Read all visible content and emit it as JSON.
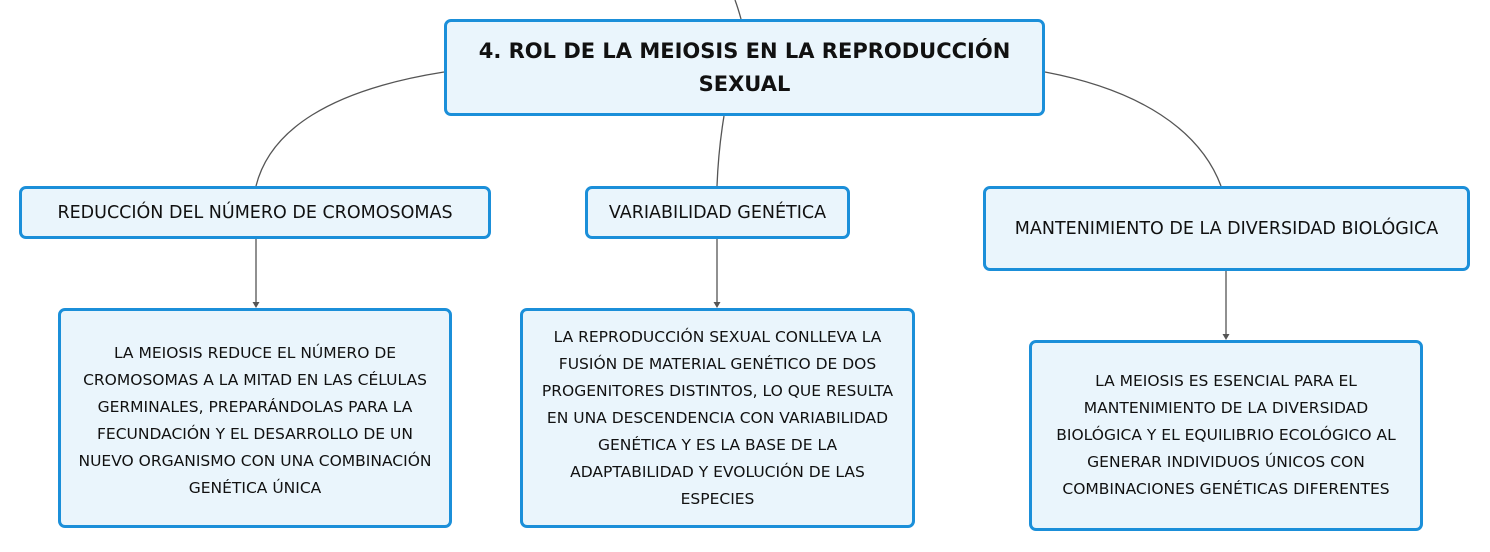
{
  "root": {
    "title": "4. ROL DE LA MEIOSIS EN LA REPRODUCCIÓN SEXUAL"
  },
  "branches": [
    {
      "topic": "REDUCCIÓN DEL NÚMERO DE CROMOSOMAS",
      "detail": "LA MEIOSIS REDUCE EL NÚMERO DE CROMOSOMAS A LA MITAD EN LAS CÉLULAS GERMINALES, PREPARÁNDOLAS PARA LA FECUNDACIÓN Y EL DESARROLLO DE UN NUEVO ORGANISMO CON UNA COMBINACIÓN GENÉTICA ÚNICA"
    },
    {
      "topic": "VARIABILIDAD GENÉTICA",
      "detail": "LA REPRODUCCIÓN SEXUAL CONLLEVA LA FUSIÓN DE MATERIAL GENÉTICO DE DOS PROGENITORES DISTINTOS, LO QUE RESULTA EN UNA DESCENDENCIA CON VARIABILIDAD GENÉTICA Y ES LA BASE DE LA ADAPTABILIDAD Y EVOLUCIÓN DE LAS ESPECIES"
    },
    {
      "topic": "MANTENIMIENTO DE LA DIVERSIDAD BIOLÓGICA",
      "detail": "LA MEIOSIS ES ESENCIAL PARA EL MANTENIMIENTO DE LA DIVERSIDAD BIOLÓGICA Y EL EQUILIBRIO ECOLÓGICO AL GENERAR INDIVIDUOS ÚNICOS CON COMBINACIONES GENÉTICAS DIFERENTES"
    }
  ],
  "colors": {
    "node_border": "#1b8fd9",
    "node_fill": "#eaf5fc",
    "connector": "#555555",
    "text": "#111111"
  }
}
